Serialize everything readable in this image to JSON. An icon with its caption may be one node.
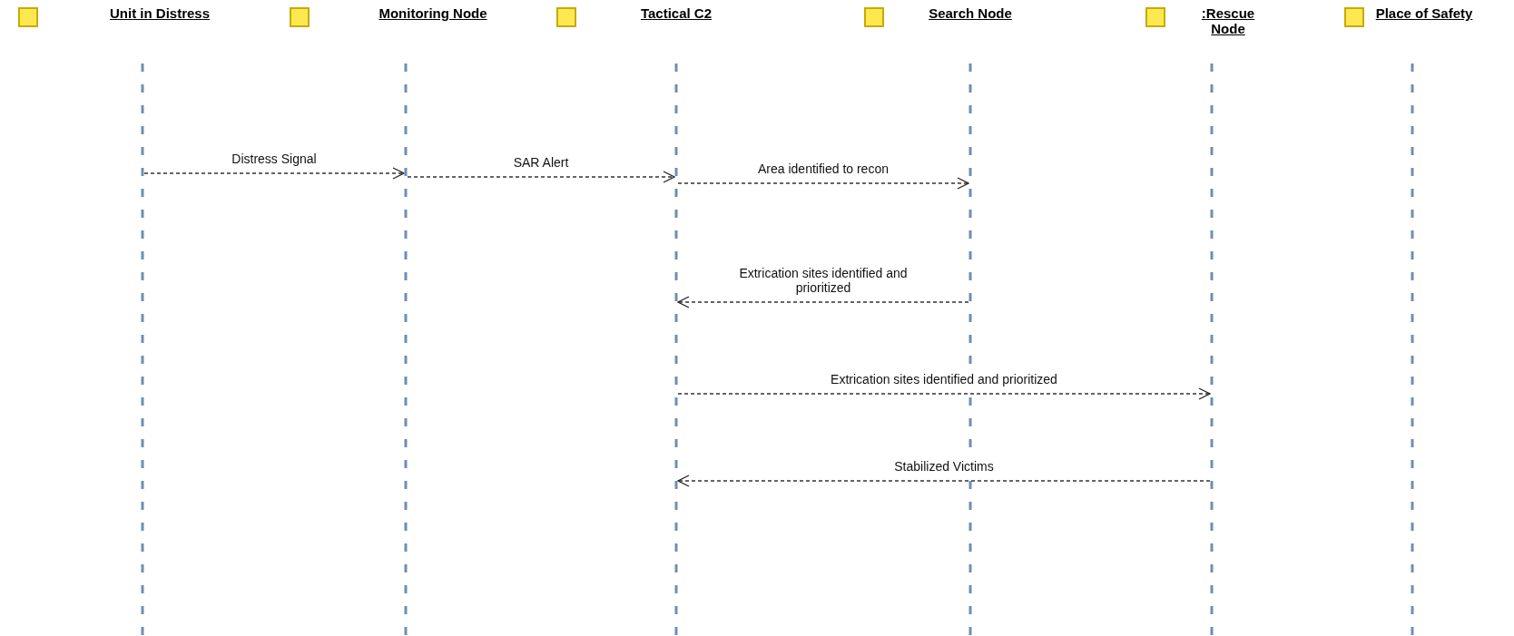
{
  "diagram": {
    "nodes": [
      {
        "text": [
          "Unit in Distress"
        ]
      },
      {
        "text": [
          "Monitoring Node"
        ]
      },
      {
        "text": [
          "Tactical C2"
        ]
      },
      {
        "text": [
          "Search Node"
        ]
      },
      {
        "text": [
          ":Rescue Node"
        ]
      },
      {
        "text": [
          "Place of Safety"
        ]
      }
    ],
    "edges": [
      {
        "from": 0,
        "to": 1,
        "arrow": "to",
        "label": "Distress Signal",
        "style": "dashed"
      },
      {
        "from": 1,
        "to": 2,
        "arrow": "to",
        "label": "SAR Alert",
        "style": "dashed"
      },
      {
        "from": 2,
        "to": 3,
        "arrow": "to",
        "label": "Area identified to recon",
        "style": "dashed"
      },
      {
        "from": 3,
        "to": 2,
        "arrow": "to",
        "label": "Extrication sites identified and prioritized",
        "style": "dashed"
      },
      {
        "from": 2,
        "to": 4,
        "arrow": "to",
        "label": "Extrication sites identified and prioritized",
        "style": "dashed"
      },
      {
        "from": 4,
        "to": 2,
        "arrow": "to",
        "label": "Stabilized Victims",
        "style": "dashed"
      }
    ]
  }
}
